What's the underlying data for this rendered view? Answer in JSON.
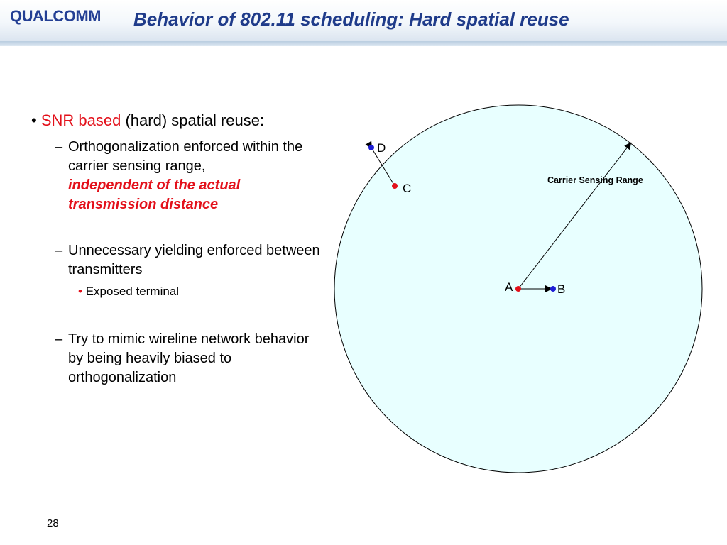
{
  "header": {
    "logo_text": "QUALCOMM",
    "title": "Behavior of 802.11 scheduling: Hard spatial reuse"
  },
  "bullets": {
    "main_red": "SNR based",
    "main_rest": " (hard) spatial reuse:",
    "sub1_line": "Orthogonalization enforced within the carrier sensing range,",
    "sub1_emph": "independent of the actual transmission distance",
    "sub2": "Unnecessary yielding enforced between transmitters",
    "sub2_child": "Exposed terminal",
    "sub3": "Try to mimic wireline network behavior by being heavily biased to orthogonalization"
  },
  "diagram": {
    "range_label": "Carrier Sensing Range",
    "nodes": [
      {
        "label": "D",
        "color": "#1f1fd6"
      },
      {
        "label": "C",
        "color": "#e3101a"
      },
      {
        "label": "A",
        "color": "#e3101a"
      },
      {
        "label": "B",
        "color": "#1f1fd6"
      }
    ],
    "circle_fill": "#e8ffff"
  },
  "footer": {
    "page_number": "28"
  }
}
